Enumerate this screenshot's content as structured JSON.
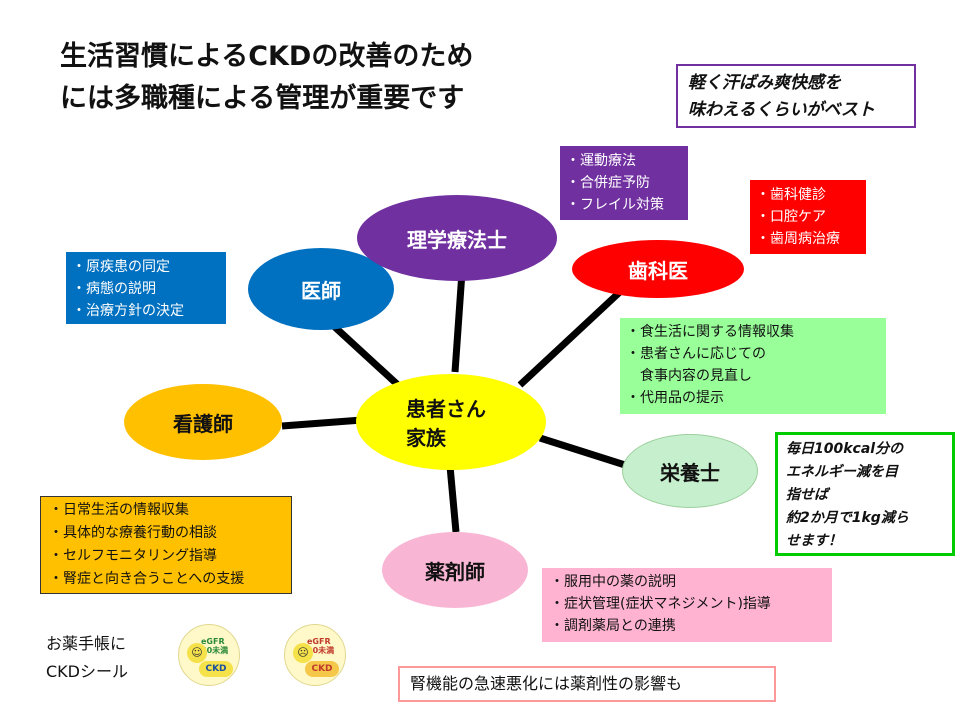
{
  "title": {
    "line1": "生活習慣によるCKDの改善のため",
    "line2": "には多職種による管理が重要です"
  },
  "sweat_note": {
    "line1": "軽く汗ばみ爽快感を",
    "line2": "味わえるくらいがベスト"
  },
  "center": {
    "line1": "患者さん",
    "line2": "家族"
  },
  "roles": {
    "doctor": "医師",
    "physio": "理学療法士",
    "dentist": "歯科医",
    "nurse": "看護師",
    "dietitian": "栄養士",
    "pharmacist": "薬剤師"
  },
  "notes": {
    "physio": [
      "・運動療法",
      "・合併症予防",
      "・フレイル対策"
    ],
    "dentist": [
      "・歯科健診",
      "・口腔ケア",
      "・歯周病治療"
    ],
    "doctor": [
      "・原疾患の同定",
      "・病態の説明",
      "・治療方針の決定"
    ],
    "dietitian": [
      "・食生活に関する情報収集",
      "・患者さんに応じての",
      "　食事内容の見直し",
      "・代用品の提示"
    ],
    "nurse": [
      "・日常生活の情報収集",
      "・具体的な療養行動の相談",
      "・セルフモニタリング指導",
      "・腎症と向き合うことへの支援"
    ],
    "pharmacist": [
      "・服用中の薬の説明",
      "・症状管理(症状マネジメント)指導",
      "・調剤薬局との連携"
    ],
    "diet_goal": [
      "毎日100kcal分の",
      "エネルギー減を目",
      "指せば",
      "約2か月で1kg減ら",
      "せます！"
    ]
  },
  "footer": {
    "notebook_line1": "お薬手帳に",
    "notebook_line2": "CKDシール",
    "sticker1_top": "eGFR\n60未満",
    "sticker1_ckd": "CKD",
    "sticker2_top": "eGFR\n30未満",
    "sticker2_ckd": "CKD",
    "warning": "腎機能の急速悪化には薬剤性の影響も"
  },
  "colors": {
    "doctor": "#0070c0",
    "physio": "#7030a0",
    "dentist": "#ff0000",
    "nurse": "#ffc000",
    "dietitian": "#c6efce",
    "pharmacist": "#f9b6d4",
    "center": "#ffff00",
    "purple_note": "#7030a0",
    "blue_note": "#0070c0",
    "green_note": "#99ff99",
    "orange_note": "#ffc000",
    "pink_note": "#ffb3d1",
    "red_note": "#ff0000"
  }
}
